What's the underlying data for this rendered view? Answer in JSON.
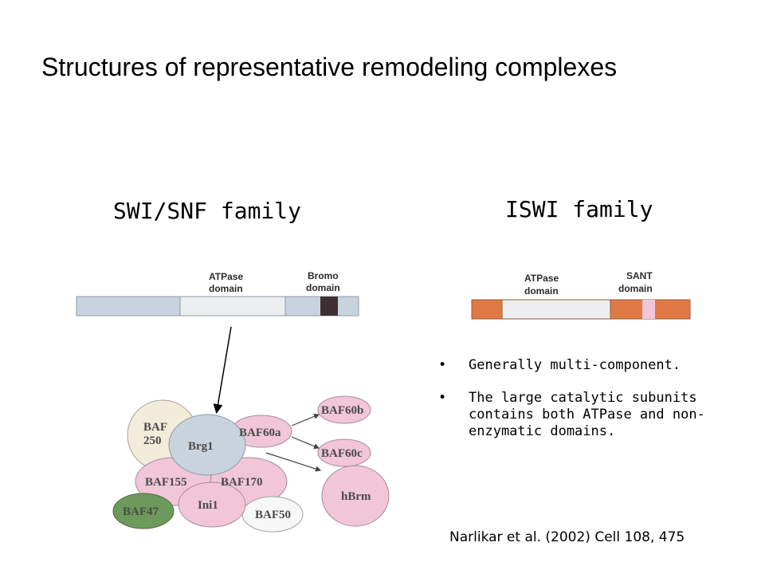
{
  "slide": {
    "title": "Structures of representative remodeling complexes"
  },
  "families": {
    "swi_snf": {
      "heading": "SWI/SNF family",
      "domain_atpase_line1": "ATPase",
      "domain_atpase_line2": "domain",
      "domain_bromo_line1": "Bromo",
      "domain_bromo_line2": "domain"
    },
    "iswi": {
      "heading": "ISWI family",
      "domain_atpase_line1": "ATPase",
      "domain_atpase_line2": "domain",
      "domain_sant_line1": "SANT",
      "domain_sant_line2": "domain"
    }
  },
  "complex": {
    "baf250_line1": "BAF",
    "baf250_line2": "250",
    "brg1": "Brg1",
    "baf60a": "BAF60a",
    "baf60b": "BAF60b",
    "baf60c": "BAF60c",
    "baf155": "BAF155",
    "baf170": "BAF170",
    "hbrm": "hBrm",
    "baf47": "BAF47",
    "ini1": "Ini1",
    "baf50": "BAF50"
  },
  "bullets": [
    {
      "marker": "•",
      "text": "Generally multi-component."
    },
    {
      "marker": "•",
      "text": "The large catalytic subunits contains both ATPase and non-enzymatic domains."
    }
  ],
  "citation": "Narlikar et al. (2002) Cell 108, 475",
  "colors": {
    "grey_blue": "#c9d3de",
    "light": "#eceef0",
    "bromo_dark": "#3e2e34",
    "orange": "#e07a45",
    "pink": "#f0c6d8",
    "green": "#6d9a5c",
    "baf250_fill": "#f2ecda"
  }
}
